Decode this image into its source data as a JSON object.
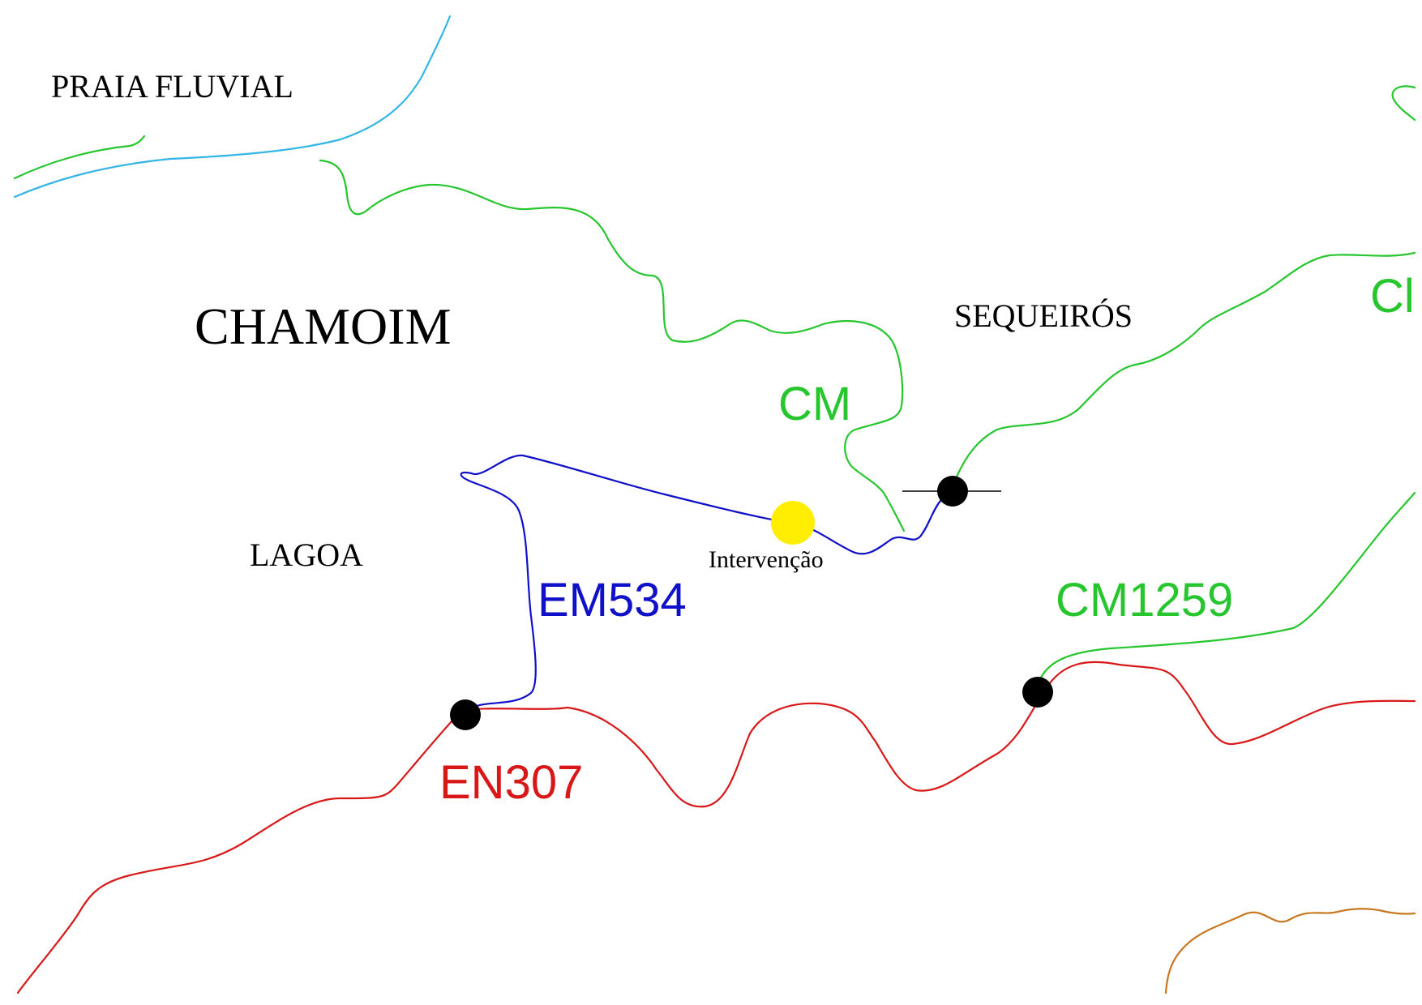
{
  "places": {
    "praia_fluvial": "PRAIA FLUVIAL",
    "chamoim": "CHAMOIM",
    "sequeiros": "SEQUEIRÓS",
    "lagoa": "LAGOA"
  },
  "roads": {
    "cm_north": "CM",
    "cm_northeast_partial": "Cl",
    "em534": "EM534",
    "cm1259": "CM1259",
    "en307": "EN307"
  },
  "intervention": {
    "label": "Intervenção"
  },
  "colors": {
    "river": "#33b5e5",
    "municipal_road": "#27c62f",
    "em534": "#1010c8",
    "en307": "#d81818",
    "local_road": "#c87820",
    "intervention_point": "#ffee00",
    "junction": "#000000"
  }
}
